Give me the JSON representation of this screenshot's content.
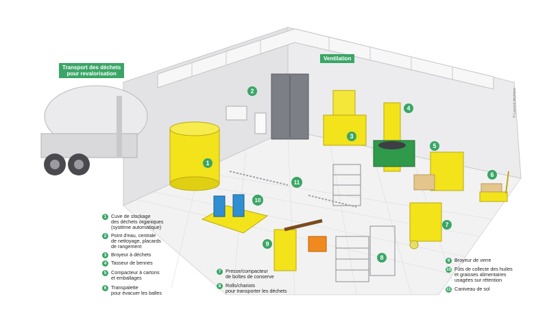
{
  "tags": {
    "transport": "Transport des déchets\npour revalorisation",
    "ventilation": "Ventilation"
  },
  "badges": [
    "1",
    "2",
    "3",
    "4",
    "5",
    "6",
    "7",
    "8",
    "9",
    "10",
    "11"
  ],
  "legend_left": [
    {
      "num": "1",
      "text": "Cuve de stockage\ndes déchets organiques\n(système automatique)"
    },
    {
      "num": "2",
      "text": "Point d'eau, centrale\nde nettoyage, placards\nde rangement"
    },
    {
      "num": "3",
      "text": "Broyeur à déchets"
    },
    {
      "num": "4",
      "text": "Tasseur de bennes"
    },
    {
      "num": "5",
      "text": "Compacteur à cartons\net emballages"
    },
    {
      "num": "6",
      "text": "Transpalette\npour évacuer les balles"
    }
  ],
  "legend_mid": [
    {
      "num": "7",
      "text": "Presse/compacteur\nde boîtes de conserve"
    },
    {
      "num": "8",
      "text": "Rolls/chariots\npour transporter les déchets"
    }
  ],
  "legend_right": [
    {
      "num": "9",
      "text": "Broyeur de verre"
    },
    {
      "num": "10",
      "text": "Fûts de collecte des huiles\net graisses alimentaires\nusagées sur rétention"
    },
    {
      "num": "11",
      "text": "Caniveau de sol"
    }
  ],
  "credit": "© Laurent stephane",
  "colors": {
    "accent": "#3aa566",
    "equipment": "#f2e31b",
    "wall": "#e6e6e8",
    "floor": "#f4f4f4"
  }
}
